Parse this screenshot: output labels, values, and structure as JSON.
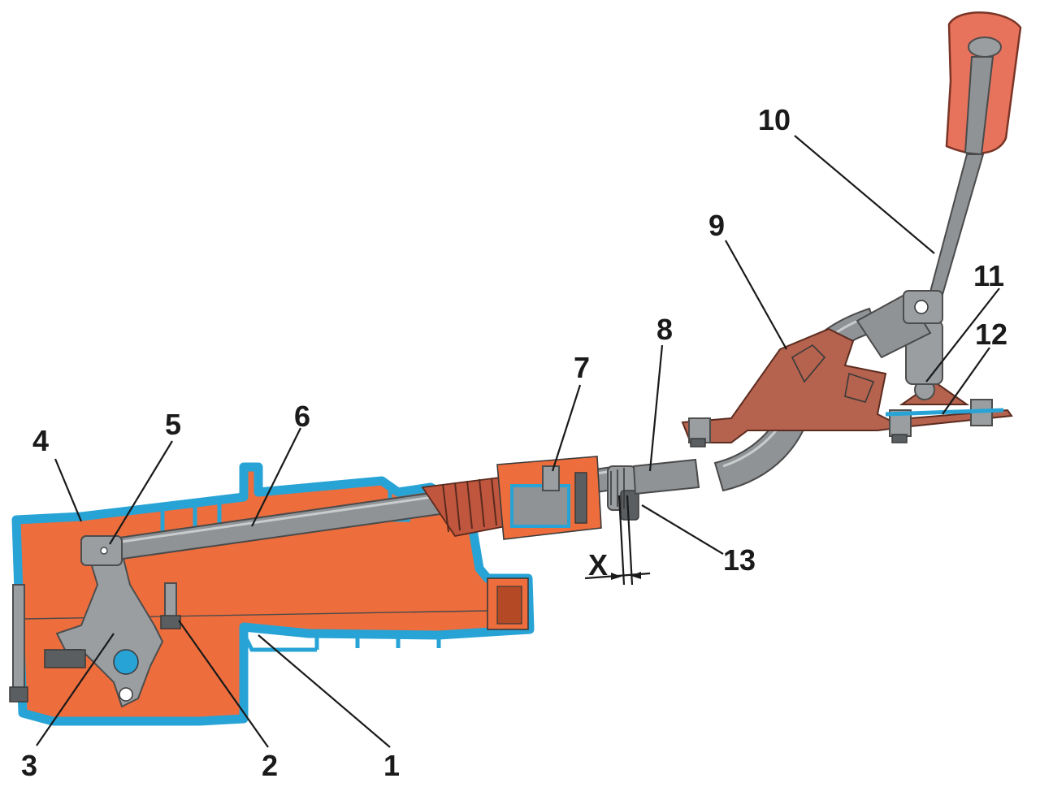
{
  "labels": {
    "l1": "1",
    "l2": "2",
    "l3": "3",
    "l4": "4",
    "l5": "5",
    "l6": "6",
    "l7": "7",
    "l8": "8",
    "l9": "9",
    "l10": "10",
    "l11": "11",
    "l12": "12",
    "l13": "13",
    "gap": "X"
  },
  "colors": {
    "housing": "#ee6d3c",
    "housing_outline": "#27a3d6",
    "rod": "#8f9396",
    "bracket": "#b5624e",
    "knob": "#e7735d"
  }
}
